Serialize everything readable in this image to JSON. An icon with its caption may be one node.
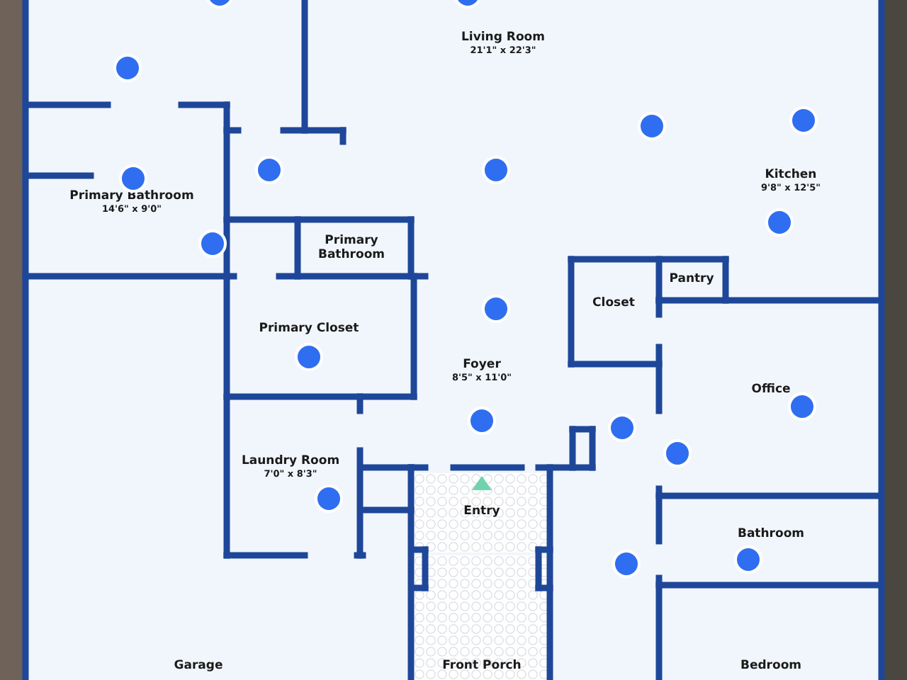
{
  "diagram": {
    "nodes": [
      {
        "text": [
          "Living Room",
          "21'1\" x 22'3\""
        ]
      },
      {
        "text": [
          "Primary Bathroom",
          "14'6\" x 9'0\""
        ]
      },
      {
        "text": [
          "Primary Bathroom"
        ]
      },
      {
        "text": [
          "Kitchen",
          "9'8\" x 12'5\""
        ]
      },
      {
        "text": [
          "Closet"
        ]
      },
      {
        "text": [
          "Pantry"
        ]
      },
      {
        "text": [
          "Primary Closet"
        ]
      },
      {
        "text": [
          "Foyer",
          "8'5\" x 11'0\""
        ]
      },
      {
        "text": [
          "Office"
        ]
      },
      {
        "text": [
          "Laundry Room",
          "7'0\" x 8'3\""
        ]
      },
      {
        "text": [
          "Entry"
        ]
      },
      {
        "text": [
          "Bathroom"
        ]
      },
      {
        "text": [
          "Garage"
        ]
      },
      {
        "text": [
          "Bedroom"
        ]
      },
      {
        "text": [
          "Front Porch"
        ]
      }
    ]
  }
}
